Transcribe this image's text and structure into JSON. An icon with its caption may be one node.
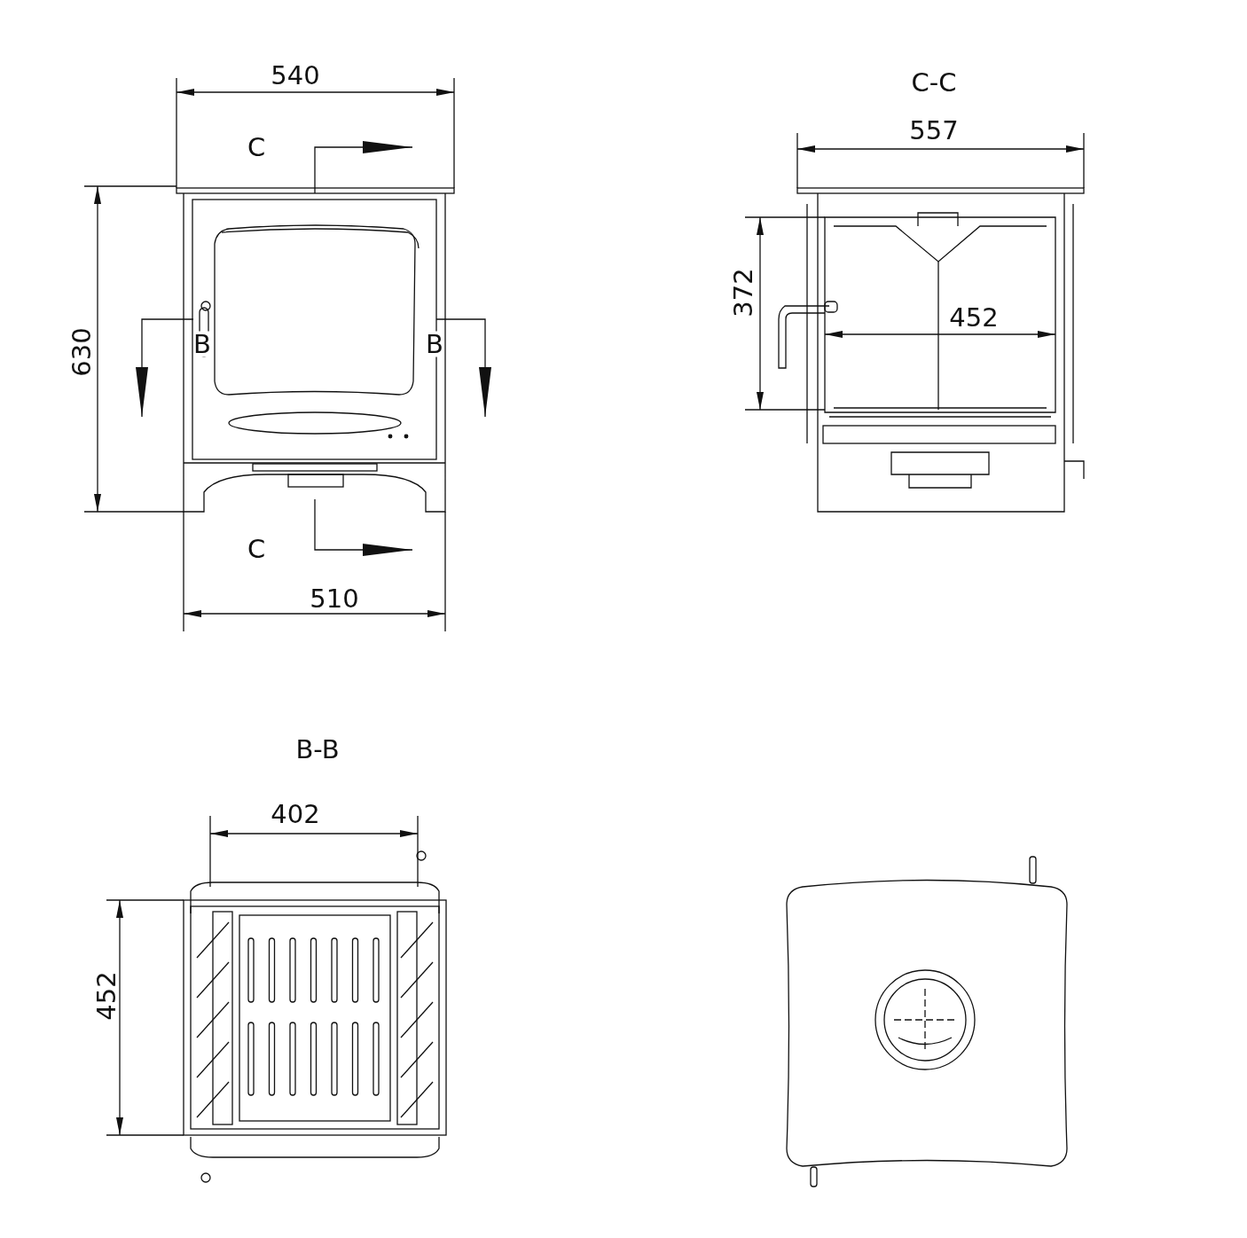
{
  "diagram": {
    "labels": [
      "540",
      "C-C",
      "557",
      "C",
      "372",
      "452",
      "630",
      "B",
      "B",
      "C",
      "510",
      "B-B",
      "402",
      "452"
    ]
  }
}
